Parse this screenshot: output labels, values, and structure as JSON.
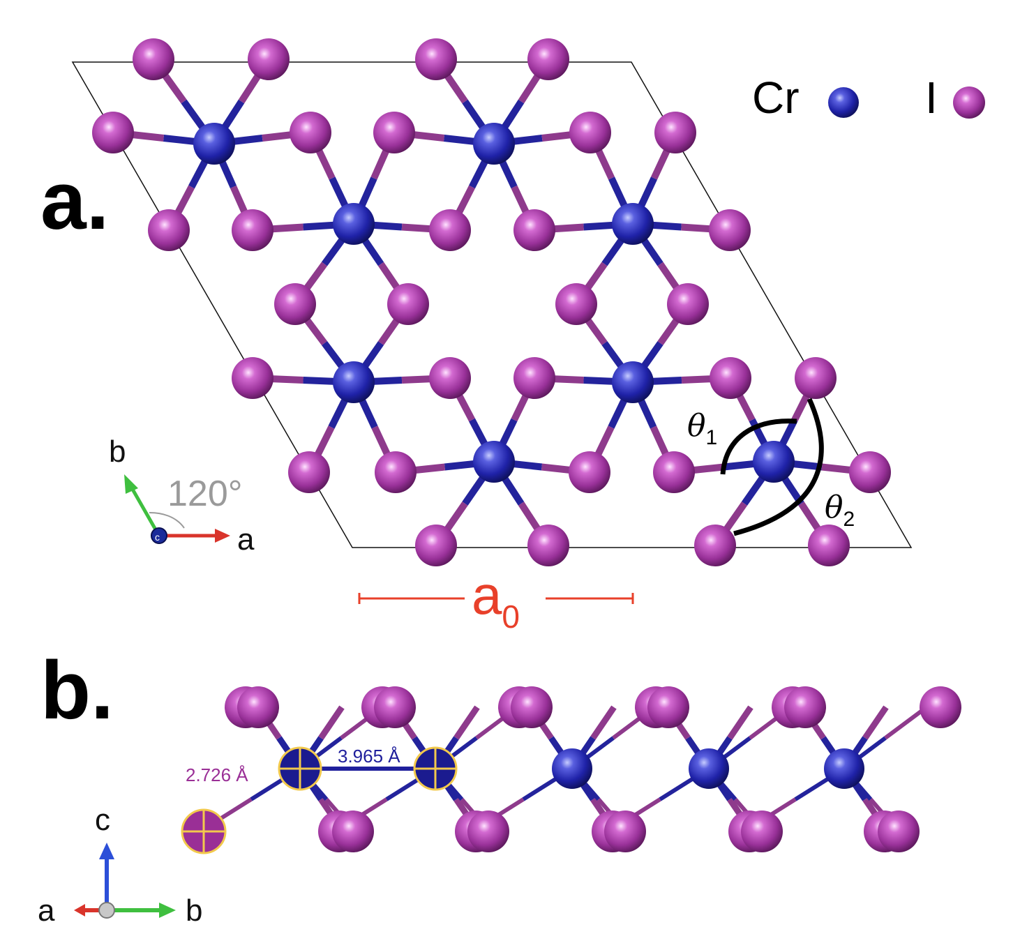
{
  "panel_a": {
    "label": "a.",
    "legend": [
      {
        "text": "Cr",
        "color": "#2b2fc2"
      },
      {
        "text": "I",
        "color": "#b03ab0"
      }
    ],
    "theta1": {
      "symbol": "θ",
      "sub": "1"
    },
    "theta2": {
      "symbol": "θ",
      "sub": "2"
    },
    "lattice_param": {
      "main": "a",
      "sub": "0"
    },
    "axes": {
      "b": "b",
      "a": "a",
      "c": "c",
      "angle": "120°"
    }
  },
  "panel_b": {
    "label": "b.",
    "cr_cr_distance": "3.965 Å",
    "cr_i_distance": "2.726 Å",
    "axes": {
      "c": "c",
      "a": "a",
      "b": "b"
    }
  },
  "colors": {
    "cr": "#1f1f9c",
    "iodine": "#9a2f96",
    "bond_cr": "#23239c",
    "bond_i": "#8e3a8c",
    "highlight": "#f2c94c",
    "a0": "#e8402a",
    "axis_a": "#d9342b",
    "axis_b": "#3fbf3f",
    "axis_c": "#2c4fd8"
  }
}
